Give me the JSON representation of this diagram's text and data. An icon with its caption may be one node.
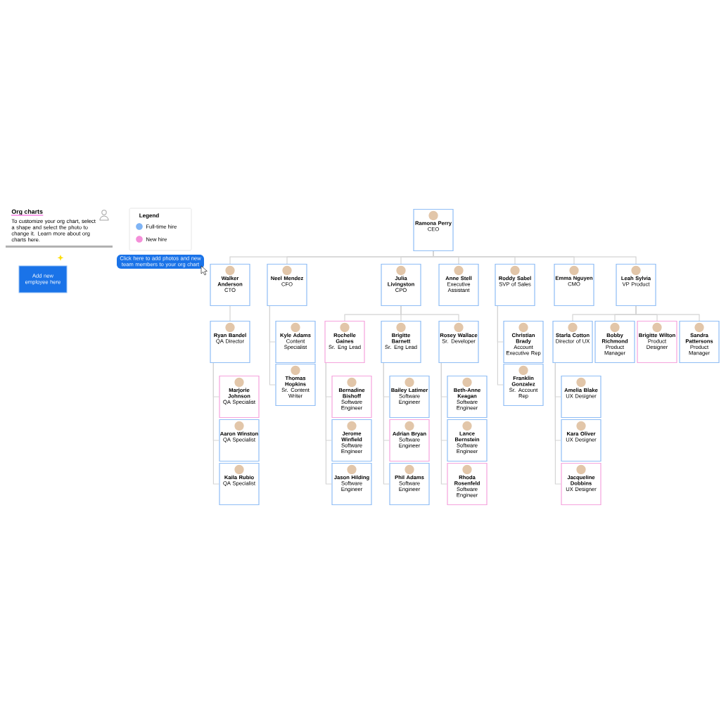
{
  "diagram": {
    "nodes": [
      {
        "text": [
          "Ramona Perry",
          "CEO"
        ]
      },
      {
        "text": [
          "Walker Anderson",
          "CTO"
        ]
      },
      {
        "text": [
          "Neel Mendez",
          "CFO"
        ]
      },
      {
        "text": [
          "Julia Livingston",
          "CPO"
        ]
      },
      {
        "text": [
          "Anne Stell",
          "Executive Assistant"
        ]
      },
      {
        "text": [
          "Roddy Sabel",
          "SVP of Sales"
        ]
      },
      {
        "text": [
          "Emma Nguyen",
          "CMO"
        ]
      },
      {
        "text": [
          "Leah Sylvia",
          "VP Product"
        ]
      },
      {
        "text": [
          "Ryan Bandel",
          "QA Director"
        ]
      },
      {
        "text": [
          "Kyle Adams",
          "Content Specialist"
        ]
      },
      {
        "text": [
          "Thomas Hopkins",
          "Sr. Content Writer"
        ]
      },
      {
        "text": [
          "Rochelle Gaines",
          "Sr. Eng Lead"
        ]
      },
      {
        "text": [
          "Brigitte Barnett",
          "Sr. Eng Lead"
        ]
      },
      {
        "text": [
          "Rosey Wallace",
          "Sr. Developer"
        ]
      },
      {
        "text": [
          "Christian Brady",
          "Account Executive Rep"
        ]
      },
      {
        "text": [
          "Franklin Gonzalez",
          "Sr. Account Rep"
        ]
      },
      {
        "text": [
          "Starla Cotton",
          "Director of UX"
        ]
      },
      {
        "text": [
          "Bobby Richmond",
          "Product Manager"
        ]
      },
      {
        "text": [
          "Brigitte Wilton",
          "Product Designer"
        ]
      },
      {
        "text": [
          "Sandra Pattersons",
          "Product Manager"
        ]
      },
      {
        "text": [
          "Marjorie Johnson",
          "QA Specialist"
        ]
      },
      {
        "text": [
          "Aaron Winston",
          "QA Specialist"
        ]
      },
      {
        "text": [
          "Kaila Rubio",
          "QA Specialist"
        ]
      },
      {
        "text": [
          "Bernadine Bishoff",
          "Software Engineer"
        ]
      },
      {
        "text": [
          "Jerome Winfield",
          "Software Engineer"
        ]
      },
      {
        "text": [
          "Jason Hilding",
          "Software Engineer"
        ]
      },
      {
        "text": [
          "Bailey Latimer",
          "Software Engineer"
        ]
      },
      {
        "text": [
          "Adrian Bryan",
          "Software Engineer"
        ]
      },
      {
        "text": [
          "Phil Adams",
          "Software Engineer"
        ]
      },
      {
        "text": [
          "Beth-Anne Keagan",
          "Software Engineer"
        ]
      },
      {
        "text": [
          "Lance Bernstein",
          "Software Engineer"
        ]
      },
      {
        "text": [
          "Rhoda Rosenfeld",
          "Software Engineer"
        ]
      },
      {
        "text": [
          "Amelia Blake",
          "UX Designer"
        ]
      },
      {
        "text": [
          "Kara Oliver",
          "UX Designer"
        ]
      },
      {
        "text": [
          "Jacqueline Dobbins",
          "UX Designer"
        ]
      },
      {
        "text": [
          "Org charts",
          "To customize your org chart, select a shape and select the photo to change it. Learn more about org charts here."
        ]
      },
      {
        "text": [
          "Add new employee here"
        ]
      },
      {
        "text": [
          "Click here to add photos and new team members to your org chart"
        ]
      }
    ],
    "edges": [
      {
        "from": 0,
        "to": 1,
        "arrow": "none"
      },
      {
        "from": 0,
        "to": 2,
        "arrow": "none"
      },
      {
        "from": 0,
        "to": 3,
        "arrow": "none"
      },
      {
        "from": 0,
        "to": 4,
        "arrow": "none"
      },
      {
        "from": 0,
        "to": 5,
        "arrow": "none"
      },
      {
        "from": 0,
        "to": 6,
        "arrow": "none"
      },
      {
        "from": 0,
        "to": 7,
        "arrow": "none"
      },
      {
        "from": 1,
        "to": 8,
        "arrow": "none"
      },
      {
        "from": 2,
        "to": 9,
        "arrow": "none"
      },
      {
        "from": 2,
        "to": 10,
        "arrow": "none"
      },
      {
        "from": 3,
        "to": 11,
        "arrow": "none"
      },
      {
        "from": 3,
        "to": 12,
        "arrow": "none"
      },
      {
        "from": 3,
        "to": 13,
        "arrow": "none"
      },
      {
        "from": 5,
        "to": 14,
        "arrow": "none"
      },
      {
        "from": 5,
        "to": 15,
        "arrow": "none"
      },
      {
        "from": 7,
        "to": 16,
        "arrow": "none"
      },
      {
        "from": 7,
        "to": 17,
        "arrow": "none"
      },
      {
        "from": 7,
        "to": 18,
        "arrow": "none"
      },
      {
        "from": 7,
        "to": 19,
        "arrow": "none"
      },
      {
        "from": 8,
        "to": 20,
        "arrow": "none"
      },
      {
        "from": 8,
        "to": 21,
        "arrow": "none"
      },
      {
        "from": 8,
        "to": 22,
        "arrow": "none"
      },
      {
        "from": 11,
        "to": 23,
        "arrow": "none"
      },
      {
        "from": 11,
        "to": 24,
        "arrow": "none"
      },
      {
        "from": 11,
        "to": 25,
        "arrow": "none"
      },
      {
        "from": 12,
        "to": 26,
        "arrow": "none"
      },
      {
        "from": 12,
        "to": 27,
        "arrow": "none"
      },
      {
        "from": 12,
        "to": 28,
        "arrow": "none"
      },
      {
        "from": 13,
        "to": 29,
        "arrow": "none"
      },
      {
        "from": 13,
        "to": 30,
        "arrow": "none"
      },
      {
        "from": 13,
        "to": 31,
        "arrow": "none"
      },
      {
        "from": 16,
        "to": 32,
        "arrow": "none"
      },
      {
        "from": 16,
        "to": 33,
        "arrow": "none"
      },
      {
        "from": 16,
        "to": 34,
        "arrow": "none"
      }
    ],
    "labels": [
      "Legend"
    ],
    "legend": [
      {
        "text": "Full-time hire",
        "color": "#7fb4f5"
      },
      {
        "text": "New hire",
        "color": "#f48fd9"
      }
    ]
  }
}
